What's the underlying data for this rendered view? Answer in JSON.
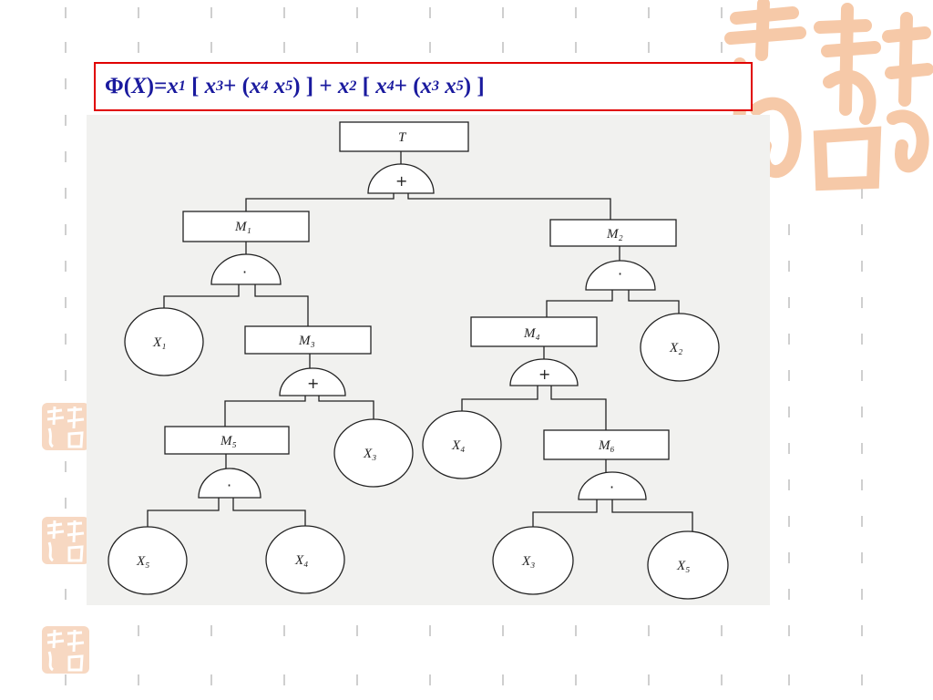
{
  "formula": {
    "phi": "Φ",
    "phi_arg": "(X)",
    "eq": " = ",
    "x1": "x",
    "x1_sub": "1",
    "open1": " [ ",
    "x3a": "x",
    "x3a_sub": "3",
    "plus1": "+ (",
    "x4a": "x",
    "x4a_sub": "4",
    "x5a": " x",
    "x5a_sub": "5",
    "close1": ") ] + ",
    "x2": "x",
    "x2_sub": "2",
    "open2": " [ ",
    "x4b": "x",
    "x4b_sub": "4",
    "plus2": "+ (",
    "x3b": "x",
    "x3b_sub": "3",
    "x5b": " x",
    "x5b_sub": "5",
    "close2": ") ]"
  },
  "fault_tree": {
    "events": {
      "top": "T",
      "m1": "M₁",
      "m2": "M₂",
      "m3": "M₃",
      "m4": "M₄",
      "m5": "M₅",
      "m6": "M₆"
    },
    "gates": {
      "or_symbol": "+",
      "and_symbol": "·"
    },
    "basic_events": {
      "x1": "X₁",
      "x2": "X₂",
      "x3a": "X₃",
      "x4a": "X₄",
      "x5a": "X₅",
      "x4b": "X₄",
      "x3b": "X₃",
      "x5b": "X₅"
    }
  },
  "colors": {
    "formula_border": "#e00000",
    "formula_text": "#1a1a9e",
    "diagram_bg": "#f1f1ef",
    "decoration": "#f6c9a8"
  }
}
